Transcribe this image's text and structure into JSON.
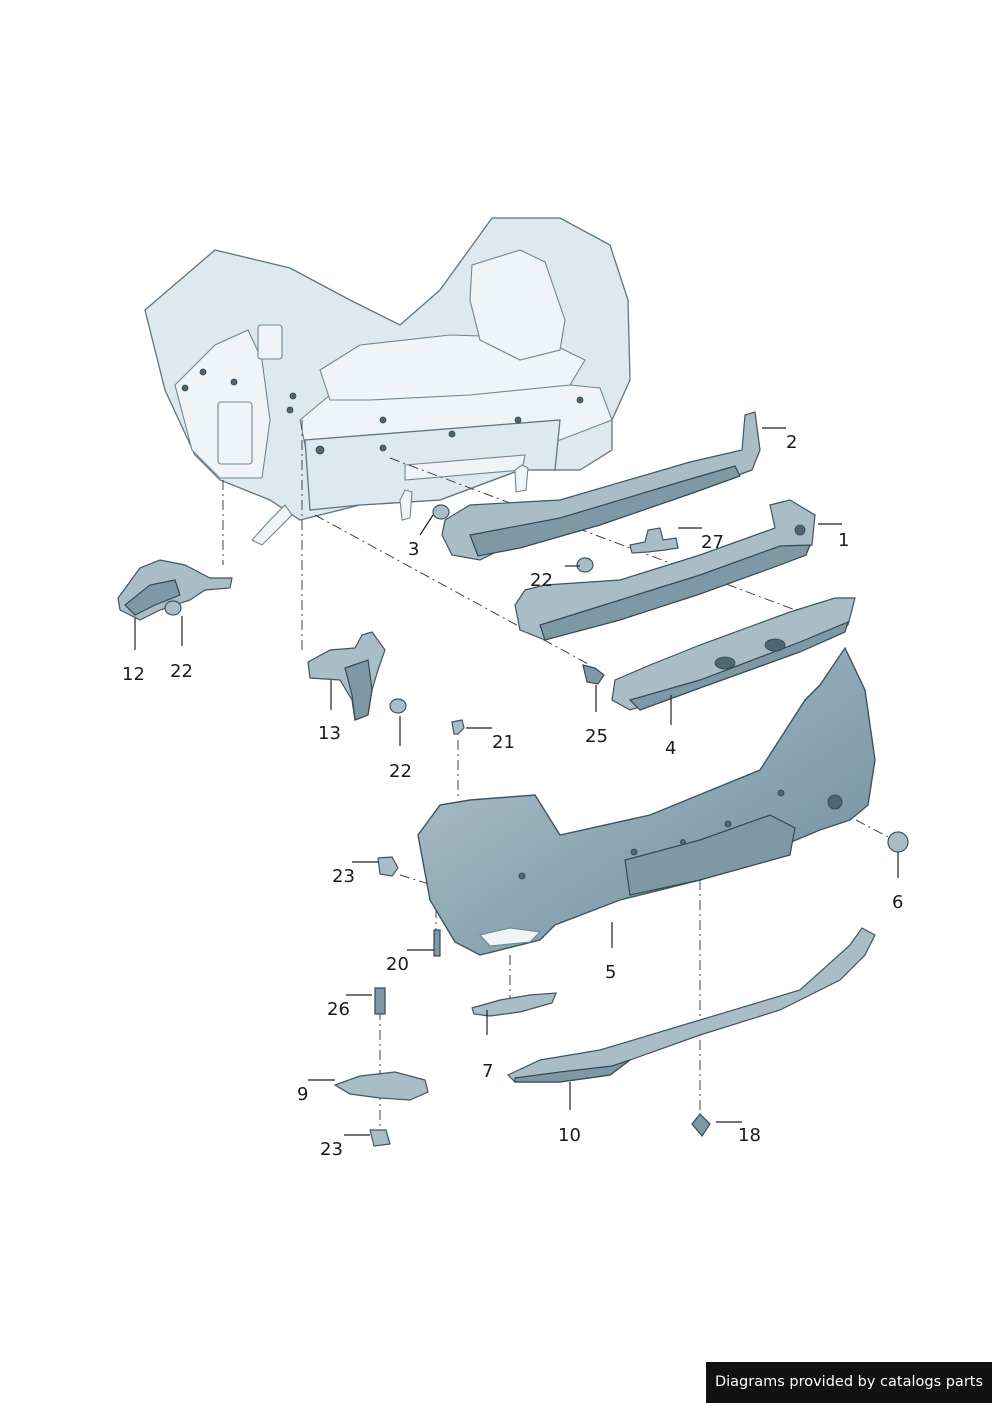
{
  "diagram": {
    "callouts": [
      "1",
      "2",
      "3",
      "4",
      "5",
      "6",
      "7",
      "9",
      "10",
      "12",
      "13",
      "18",
      "20",
      "21",
      "22",
      "22",
      "22",
      "23",
      "23",
      "25",
      "26",
      "27"
    ]
  },
  "footer": {
    "credit": "Diagrams provided by catalogs parts"
  },
  "colors": {
    "body_shell": "#dde9ee",
    "part_fill": "#a9bdc7",
    "outline": "#3f5561"
  }
}
